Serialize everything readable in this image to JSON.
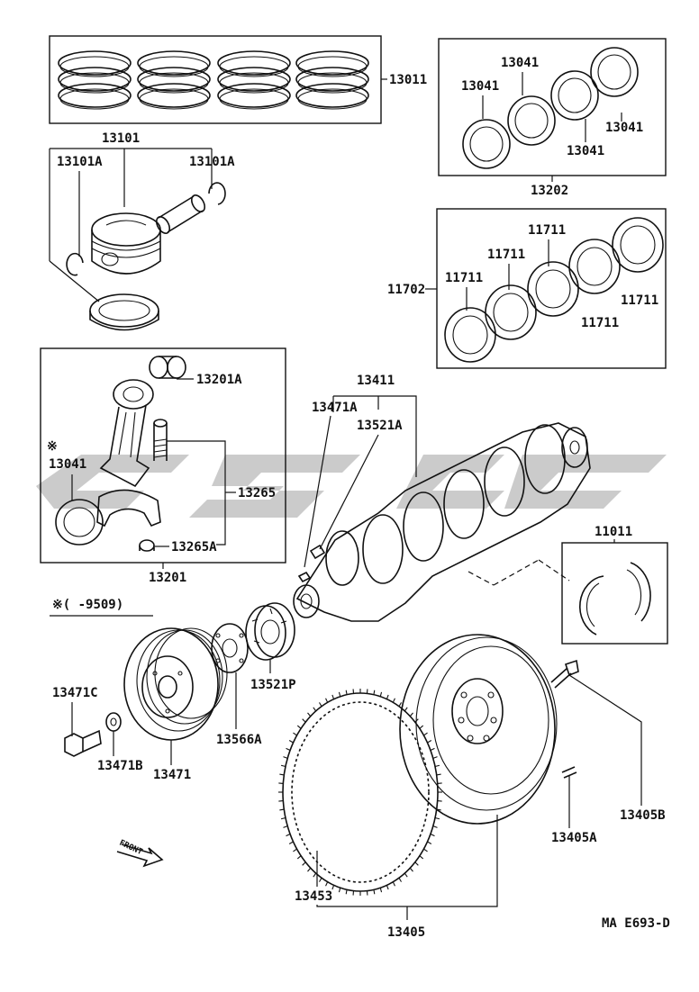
{
  "labels": {
    "p13011": "13011",
    "p13101": "13101",
    "p13101A_left": "13101A",
    "p13101A_right": "13101A",
    "p13041_a": "13041",
    "p13041_b": "13041",
    "p13041_c": "13041",
    "p13041_d": "13041",
    "p13202": "13202",
    "p11711_a": "11711",
    "p11711_b": "11711",
    "p11711_c": "11711",
    "p11711_d": "11711",
    "p11711_e": "11711",
    "p11702": "11702",
    "p13201A": "13201A",
    "p13041_rod": "13041",
    "p13265": "13265",
    "p13265A": "13265A",
    "p13201": "13201",
    "p13411": "13411",
    "p13471A": "13471A",
    "p13521A": "13521A",
    "p11011": "11011",
    "note_mark": "※",
    "note_range": "※(      -9509)",
    "p13471C": "13471C",
    "p13471B": "13471B",
    "p13471": "13471",
    "p13566A": "13566A",
    "p13521P": "13521P",
    "p13405B": "13405B",
    "p13405A": "13405A",
    "p13453": "13453",
    "p13405": "13405",
    "front": "FRONT",
    "drawing_code": "MA  E693-D"
  }
}
